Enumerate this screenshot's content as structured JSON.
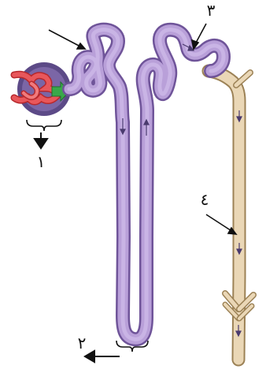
{
  "diagram": {
    "labels": {
      "label_1": "١",
      "label_2": "٢",
      "label_3": "٣",
      "label_4": "٤"
    },
    "colors": {
      "tubule": "#b49ad4",
      "tubule_edge": "#6f5499",
      "collecting_duct": "#e8d3b0",
      "collecting_edge": "#9c8256",
      "glomerulus": "#d8474a",
      "capsule": "#5c4a87",
      "green_arrow": "#39a84a"
    },
    "icons": [
      "green-flow-arrow",
      "pointer-arrow",
      "bracket"
    ]
  }
}
